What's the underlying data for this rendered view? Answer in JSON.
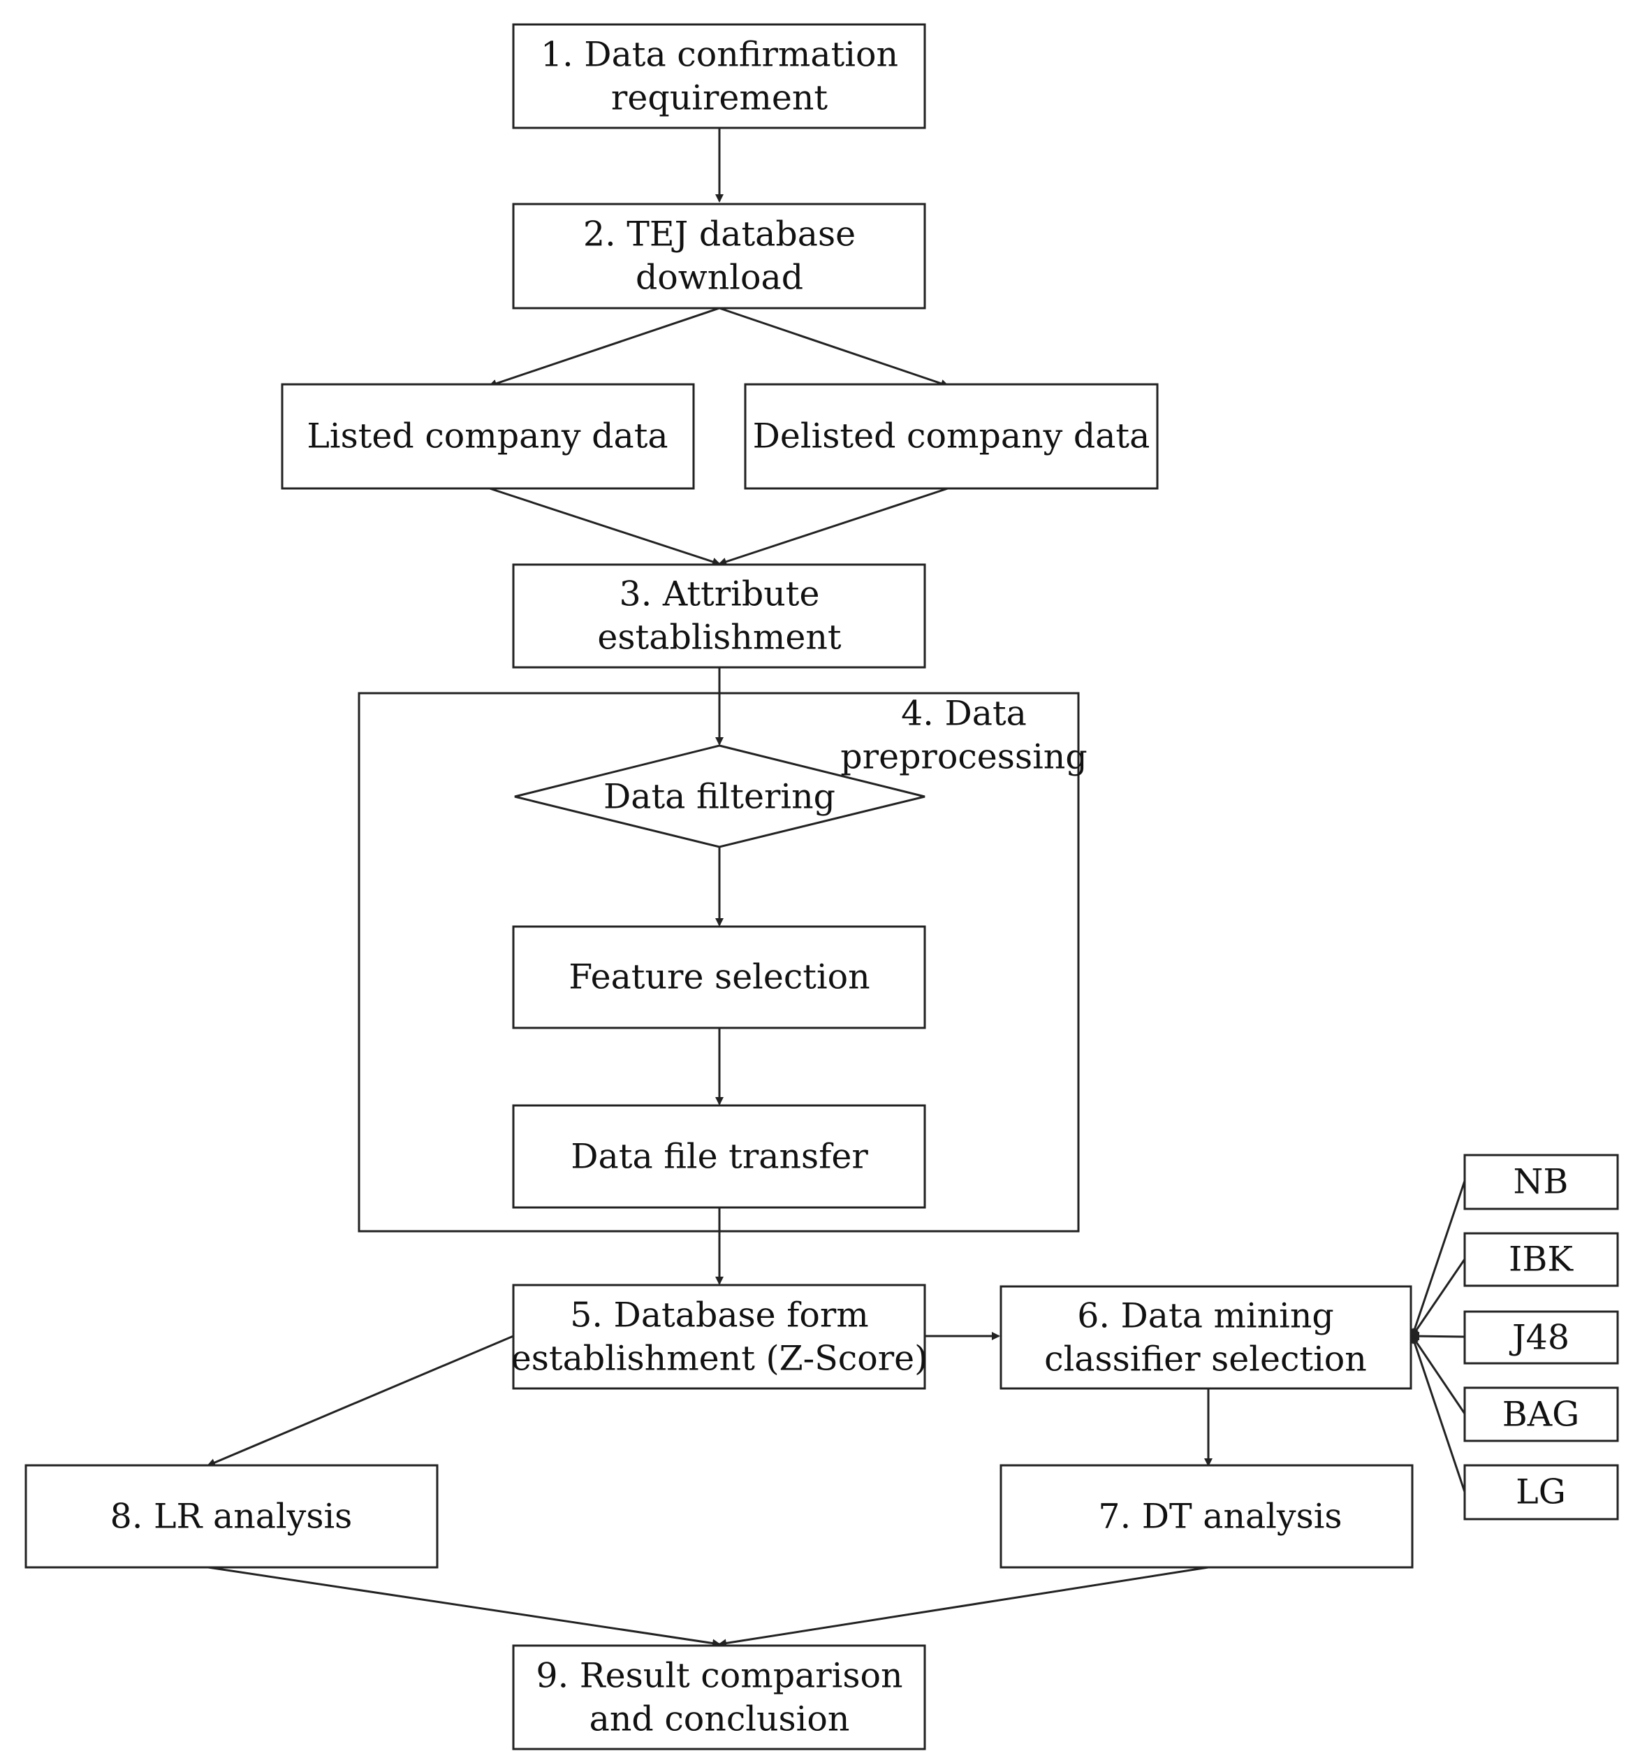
{
  "nodes": {
    "step1": [
      "1. Data confirmation",
      "requirement"
    ],
    "step2": [
      "2. TEJ database",
      "download"
    ],
    "listed": [
      "Listed company data"
    ],
    "delisted": [
      "Delisted company data"
    ],
    "step3": [
      "3. Attribute",
      "establishment"
    ],
    "step4_label": [
      "4. Data",
      "preprocessing"
    ],
    "filtering": [
      "Data filtering"
    ],
    "feature": [
      "Feature selection"
    ],
    "transfer": [
      "Data file transfer"
    ],
    "step5": [
      "5. Database form",
      "establishment (Z-Score)"
    ],
    "step6": [
      "6. Data mining",
      "classifier selection"
    ],
    "step7": [
      "7. DT analysis"
    ],
    "step8": [
      "8. LR analysis"
    ],
    "step9": [
      "9. Result comparison",
      "and conclusion"
    ],
    "nb": [
      "NB"
    ],
    "ibk": [
      "IBK"
    ],
    "j48": [
      "J48"
    ],
    "bag": [
      "BAG"
    ],
    "lg": [
      "LG"
    ]
  },
  "colors": {
    "line": "#222222",
    "text": "#111111",
    "background": "#ffffff"
  }
}
